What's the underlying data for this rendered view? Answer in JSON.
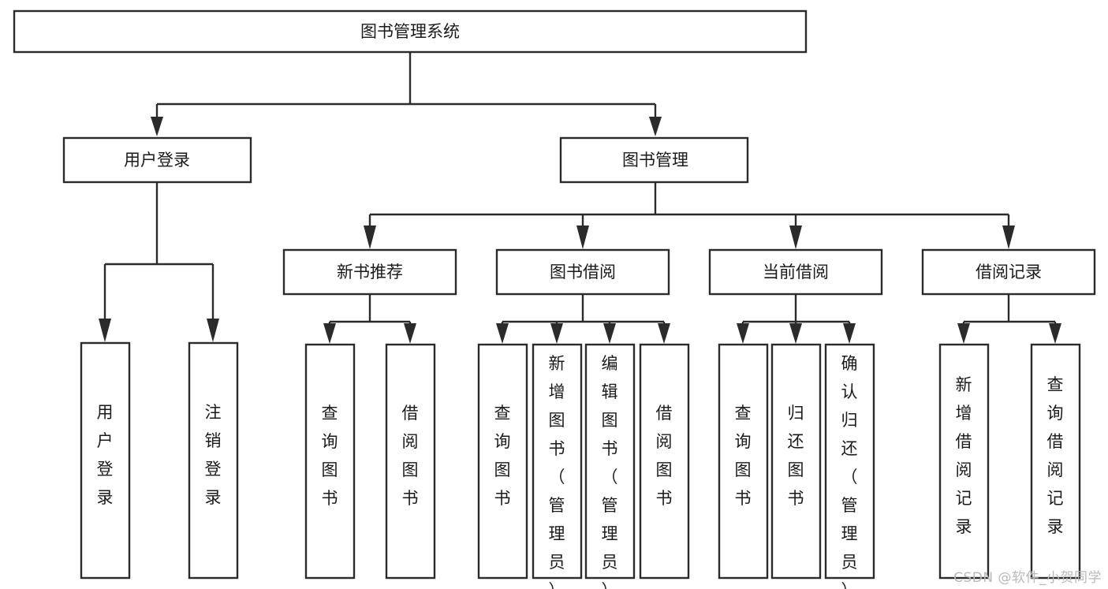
{
  "diagram": {
    "type": "tree-hierarchy",
    "title": "图书管理系统",
    "orientation": "top-down",
    "colors": {
      "box_stroke": "#2b2b2b",
      "box_fill": "#ffffff",
      "connector": "#2b2b2b",
      "text": "#1a1a1a",
      "watermark": "#b9b9b9",
      "background": "#ffffff"
    },
    "root": {
      "id": "root",
      "label": "图书管理系统",
      "orientation": "horizontal"
    },
    "level2": [
      {
        "id": "user-login",
        "label": "用户登录",
        "orientation": "horizontal"
      },
      {
        "id": "book-manage",
        "label": "图书管理",
        "orientation": "horizontal"
      }
    ],
    "level3": [
      {
        "id": "new-book-recommend",
        "label": "新书推荐",
        "parent": "book-manage",
        "orientation": "horizontal"
      },
      {
        "id": "book-borrow",
        "label": "图书借阅",
        "parent": "book-manage",
        "orientation": "horizontal"
      },
      {
        "id": "current-borrow",
        "label": "当前借阅",
        "parent": "book-manage",
        "orientation": "horizontal"
      },
      {
        "id": "borrow-record",
        "label": "借阅记录",
        "parent": "book-manage",
        "orientation": "horizontal"
      }
    ],
    "leaves": [
      {
        "id": "leaf-user-login",
        "label": "用户登录",
        "parent": "user-login",
        "orientation": "vertical",
        "align": "middle"
      },
      {
        "id": "leaf-user-logout",
        "label": "注销登录",
        "parent": "user-login",
        "orientation": "vertical",
        "align": "middle"
      },
      {
        "id": "leaf-query-book-rec",
        "label": "查询图书",
        "parent": "new-book-recommend",
        "orientation": "vertical",
        "align": "middle"
      },
      {
        "id": "leaf-borrow-book-rec",
        "label": "借阅图书",
        "parent": "new-book-recommend",
        "orientation": "vertical",
        "align": "middle"
      },
      {
        "id": "leaf-query-book",
        "label": "查询图书",
        "parent": "book-borrow",
        "orientation": "vertical",
        "align": "middle"
      },
      {
        "id": "leaf-add-book-admin",
        "label": "新增图书（管理员）",
        "parent": "book-borrow",
        "orientation": "vertical",
        "align": "top"
      },
      {
        "id": "leaf-edit-book-admin",
        "label": "编辑图书（管理员）",
        "parent": "book-borrow",
        "orientation": "vertical",
        "align": "top"
      },
      {
        "id": "leaf-borrow-book",
        "label": "借阅图书",
        "parent": "book-borrow",
        "orientation": "vertical",
        "align": "middle"
      },
      {
        "id": "leaf-query-book-cur",
        "label": "查询图书",
        "parent": "current-borrow",
        "orientation": "vertical",
        "align": "middle"
      },
      {
        "id": "leaf-return-book",
        "label": "归还图书",
        "parent": "current-borrow",
        "orientation": "vertical",
        "align": "middle"
      },
      {
        "id": "leaf-confirm-return",
        "label": "确认归还（管理员）",
        "parent": "current-borrow",
        "orientation": "vertical",
        "align": "top"
      },
      {
        "id": "leaf-add-borrow-record",
        "label": "新增借阅记录",
        "parent": "borrow-record",
        "orientation": "vertical",
        "align": "middle"
      },
      {
        "id": "leaf-query-borrow-record",
        "label": "查询借阅记录",
        "parent": "borrow-record",
        "orientation": "vertical",
        "align": "middle"
      }
    ]
  },
  "watermark": {
    "text": "CSDN @软件_小贺同学"
  }
}
